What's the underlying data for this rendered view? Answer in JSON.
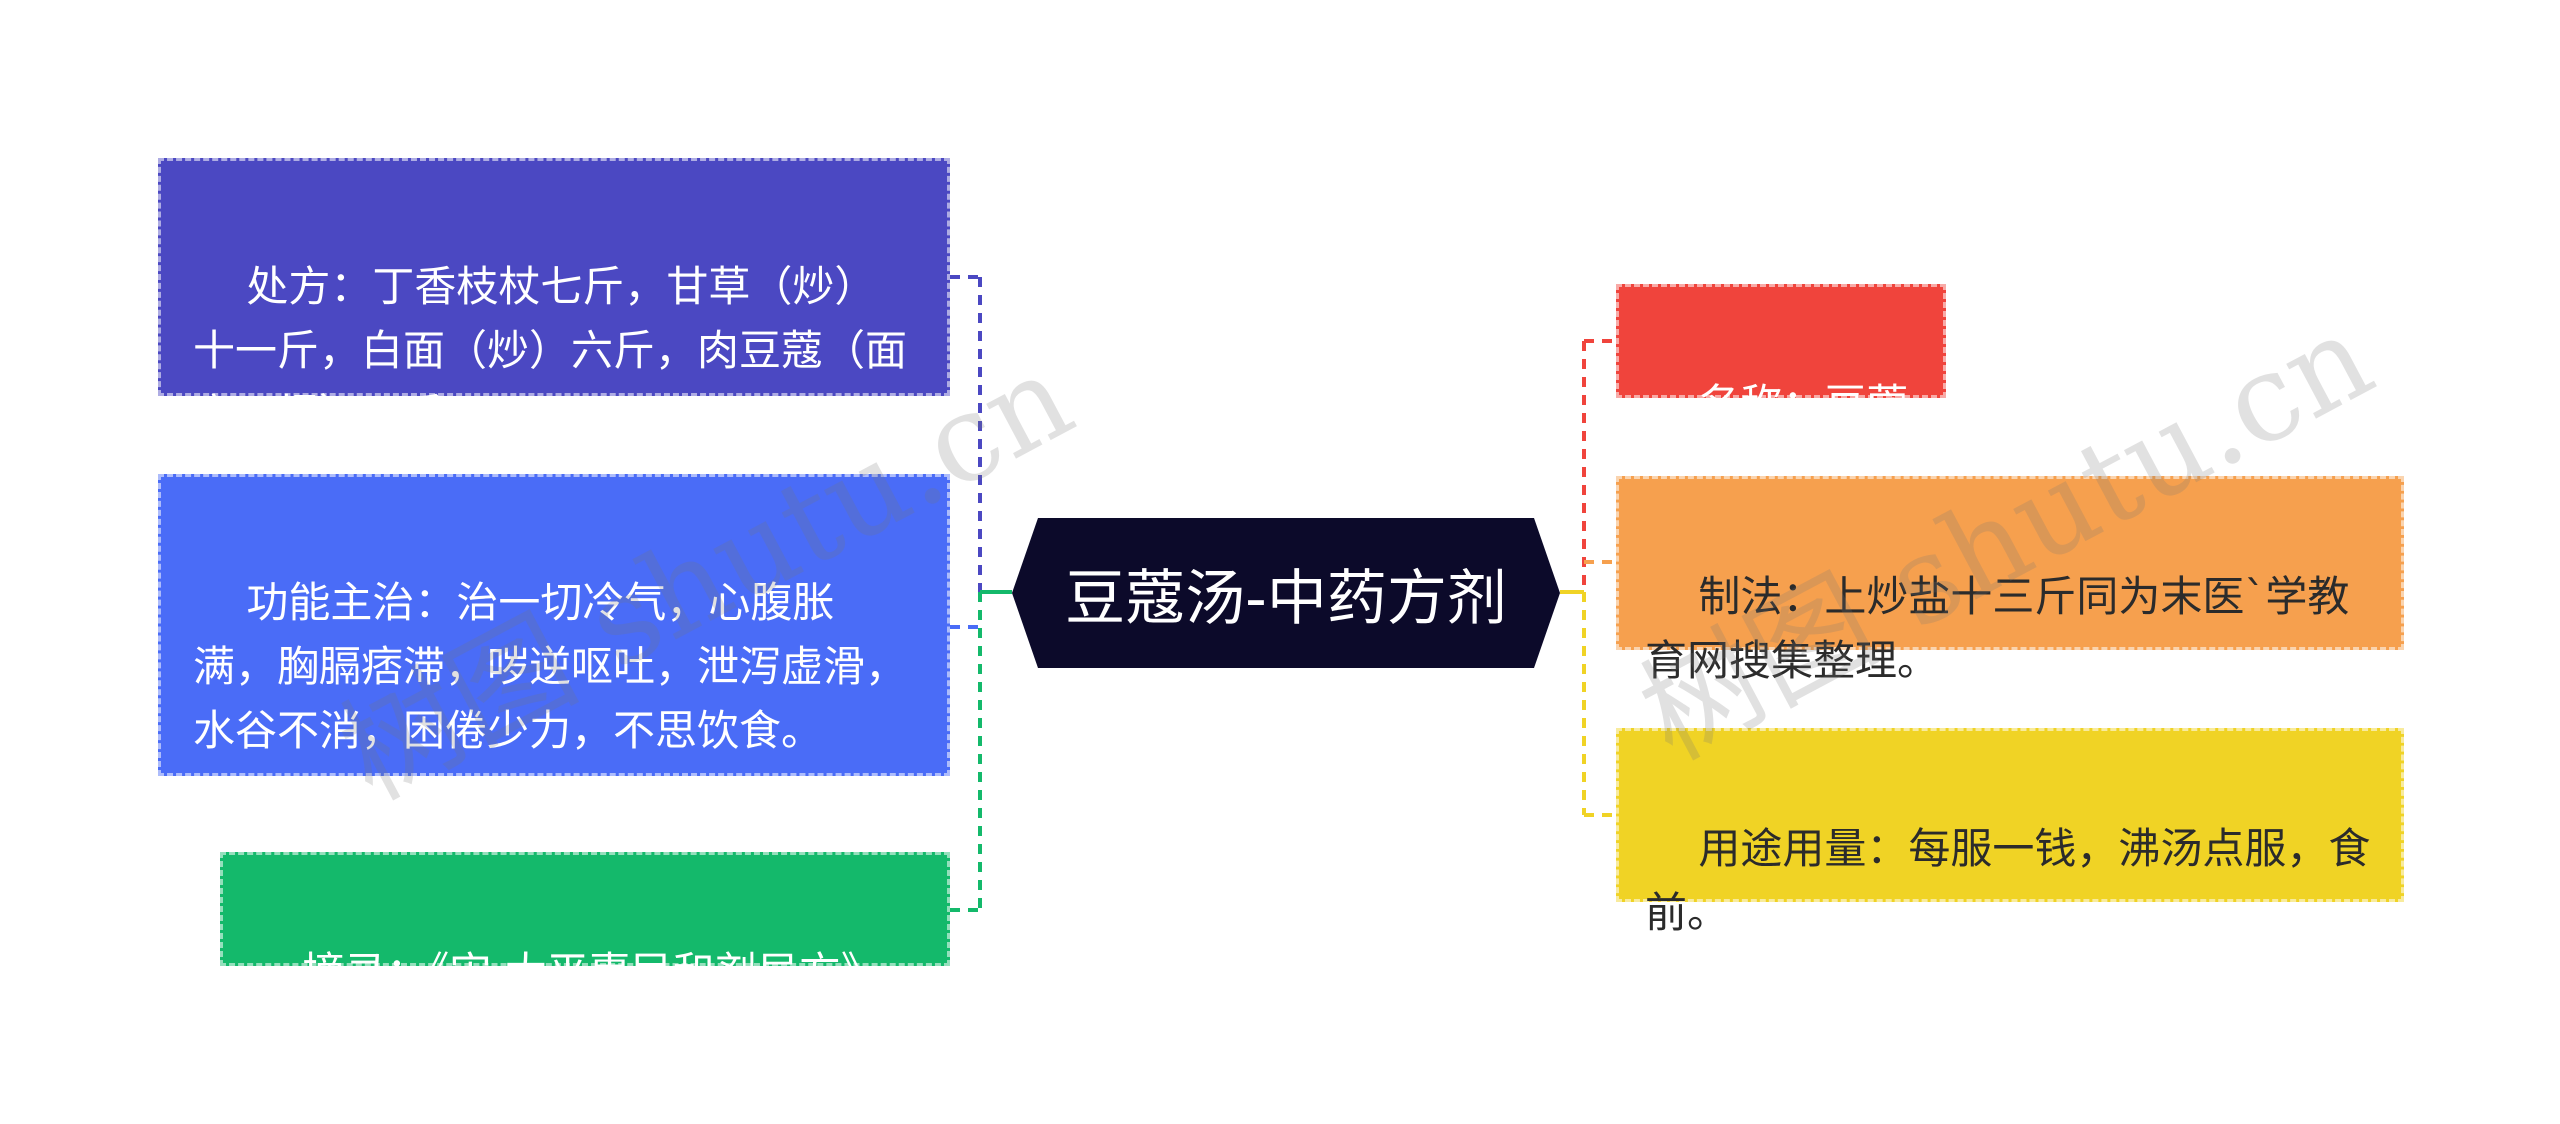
{
  "center": {
    "text": "豆蔻汤-中药方剂",
    "bg": "#0c0a2a"
  },
  "left_nodes": [
    {
      "id": "prescription",
      "text": "处方：丁香枝杖七斤，甘草（炒）十一斤，白面（炒）六斤，肉豆蔻（面裹、煨）八斤。",
      "bg": "#4b48c2",
      "line": "#4b48c2"
    },
    {
      "id": "function",
      "text": "功能主治：治一切冷气，心腹胀满，胸膈痞滞，哕逆呕吐，泄泻虚滑，水谷不消，困倦少力，不思饮食。",
      "bg": "#4a6cf7",
      "line": "#4a6cf7"
    },
    {
      "id": "excerpt",
      "text": "摘录：《宋·太平惠民和剂局方》",
      "bg": "#14b96b",
      "line": "#14b96b"
    }
  ],
  "right_nodes": [
    {
      "id": "name",
      "text": "名称：豆蔻汤",
      "bg": "#f0443c",
      "line": "#f0443c"
    },
    {
      "id": "method",
      "text": "制法：上炒盐十三斤同为末医`学教育网搜集整理。",
      "bg": "#f6a04e",
      "line": "#f6a04e"
    },
    {
      "id": "usage",
      "text": "用途用量：每服一钱，沸汤点服，食前。",
      "bg": "#f0d325",
      "line": "#f0d325"
    }
  ],
  "watermarks": [
    "树图 shutu.cn",
    "树图 shutu.cn"
  ]
}
